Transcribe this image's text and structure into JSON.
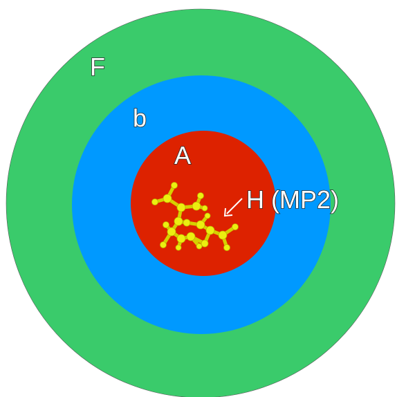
{
  "regions": {
    "outer": {
      "label": "F",
      "color": "#3acb6b"
    },
    "middle": {
      "label": "b",
      "color": "#0099ff"
    },
    "inner": {
      "label": "A",
      "color": "#dd2200"
    }
  },
  "core": {
    "label": "H (MP2)"
  },
  "molecule": {
    "color": "#ecef10"
  }
}
